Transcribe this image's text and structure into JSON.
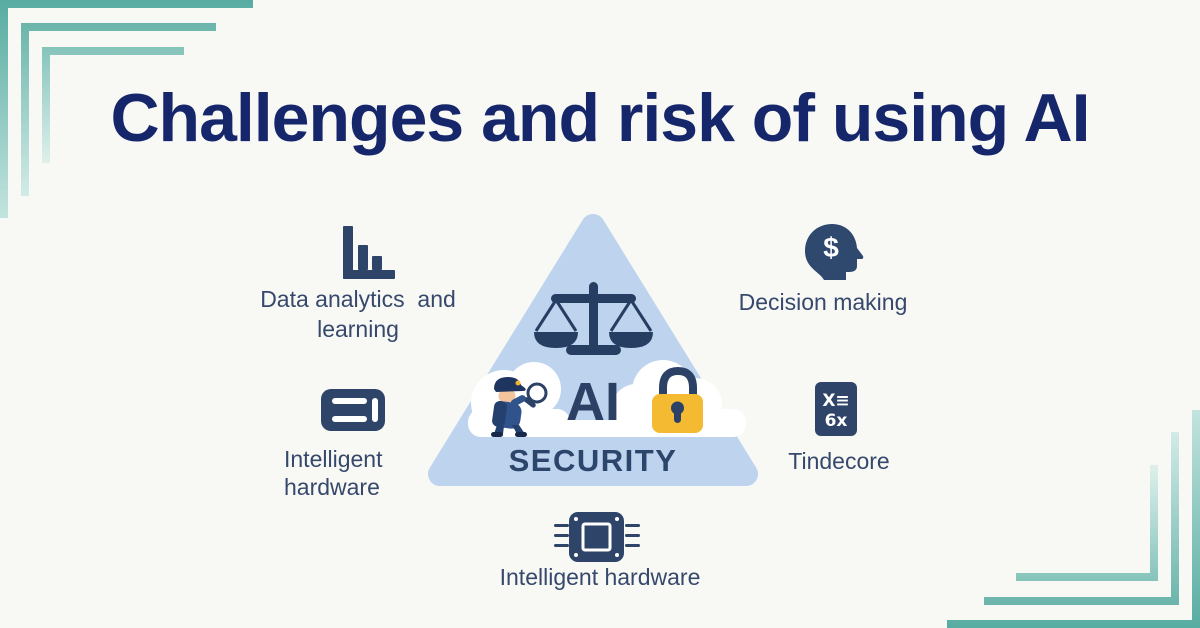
{
  "title": "Challenges and risk of using AI",
  "center": {
    "ai": "AI",
    "security": "SECURITY"
  },
  "items": [
    {
      "label": "Data analytics  and\nlearning",
      "icon": "bar-chart-icon"
    },
    {
      "label": "Decision making",
      "icon": "head-dollar-icon",
      "icon_glyph": "$"
    },
    {
      "label": "Intelligent\nhardware",
      "icon": "memory-module-icon"
    },
    {
      "label": "Tindecore",
      "icon": "calculator-icon",
      "icon_rows": [
        "X≡",
        "6x"
      ]
    },
    {
      "label": "Intelligent hardware",
      "icon": "cpu-chip-icon"
    }
  ],
  "colors": {
    "bg": "#F8F8F5",
    "title-navy": "#16266B",
    "label-slate": "#36496C",
    "icon-navy": "#2E4468",
    "triangle-blue": "#BDD3EE",
    "scale-navy": "#273E63",
    "cloud-white": "#FFFFFF",
    "lock-gold": "#F4BA31",
    "lock-navy": "#2B4166",
    "teal-dark": "#57ACA1",
    "teal-light": "#C3E4DE"
  }
}
